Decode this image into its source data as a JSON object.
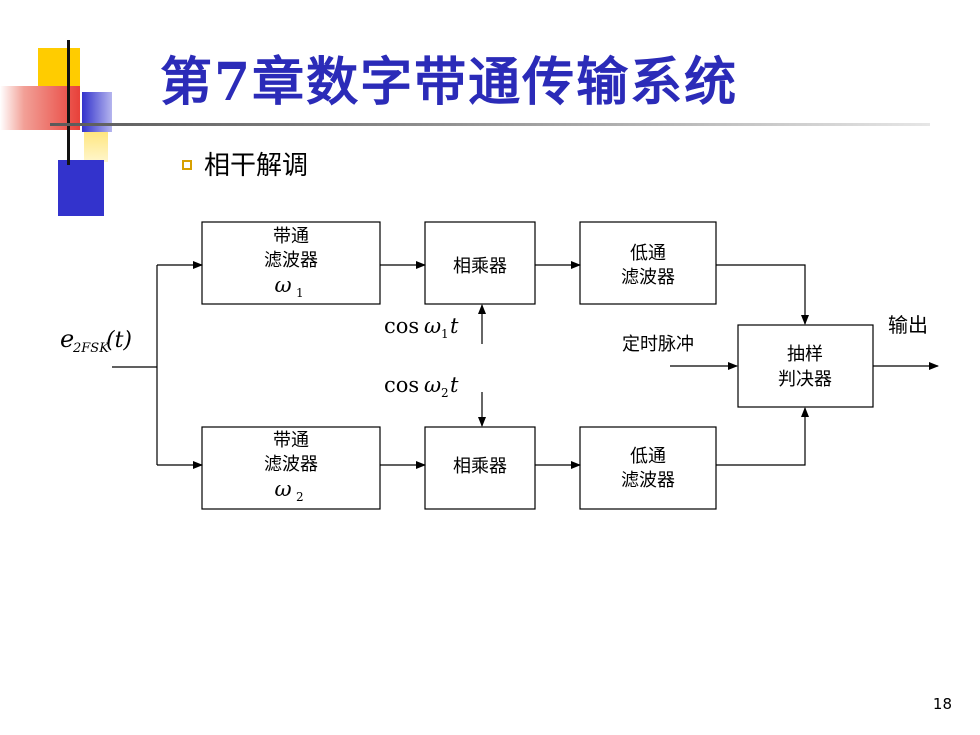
{
  "slide": {
    "title": "第7章数字带通传输系统",
    "bullet": "相干解调",
    "page_number": "18"
  },
  "diagram": {
    "input": {
      "symbol": "e",
      "subscript": "2FSK",
      "arg": "(t)"
    },
    "upper": {
      "bpf_line1": "带通",
      "bpf_line2": "滤波器",
      "bpf_freq": "ω",
      "bpf_freq_sub": "1",
      "mult": "相乘器",
      "lpf_line1": "低通",
      "lpf_line2": "滤波器",
      "carrier_cos": "cos",
      "carrier_w": "ω",
      "carrier_sub": "1",
      "carrier_t": "t"
    },
    "lower": {
      "bpf_line1": "带通",
      "bpf_line2": "滤波器",
      "bpf_freq": "ω",
      "bpf_freq_sub": "2",
      "mult": "相乘器",
      "lpf_line1": "低通",
      "lpf_line2": "滤波器",
      "carrier_cos": "cos",
      "carrier_w": "ω",
      "carrier_sub": "2",
      "carrier_t": "t"
    },
    "decision": {
      "line1": "抽样",
      "line2": "判决器"
    },
    "timing_label": "定时脉冲",
    "output_label": "输出"
  },
  "colors": {
    "title": "#2b2bb8",
    "deco_yellow": "#ffcc00",
    "deco_red": "#e8413a",
    "deco_blue": "#3333cc",
    "bullet": "#d7a000"
  }
}
